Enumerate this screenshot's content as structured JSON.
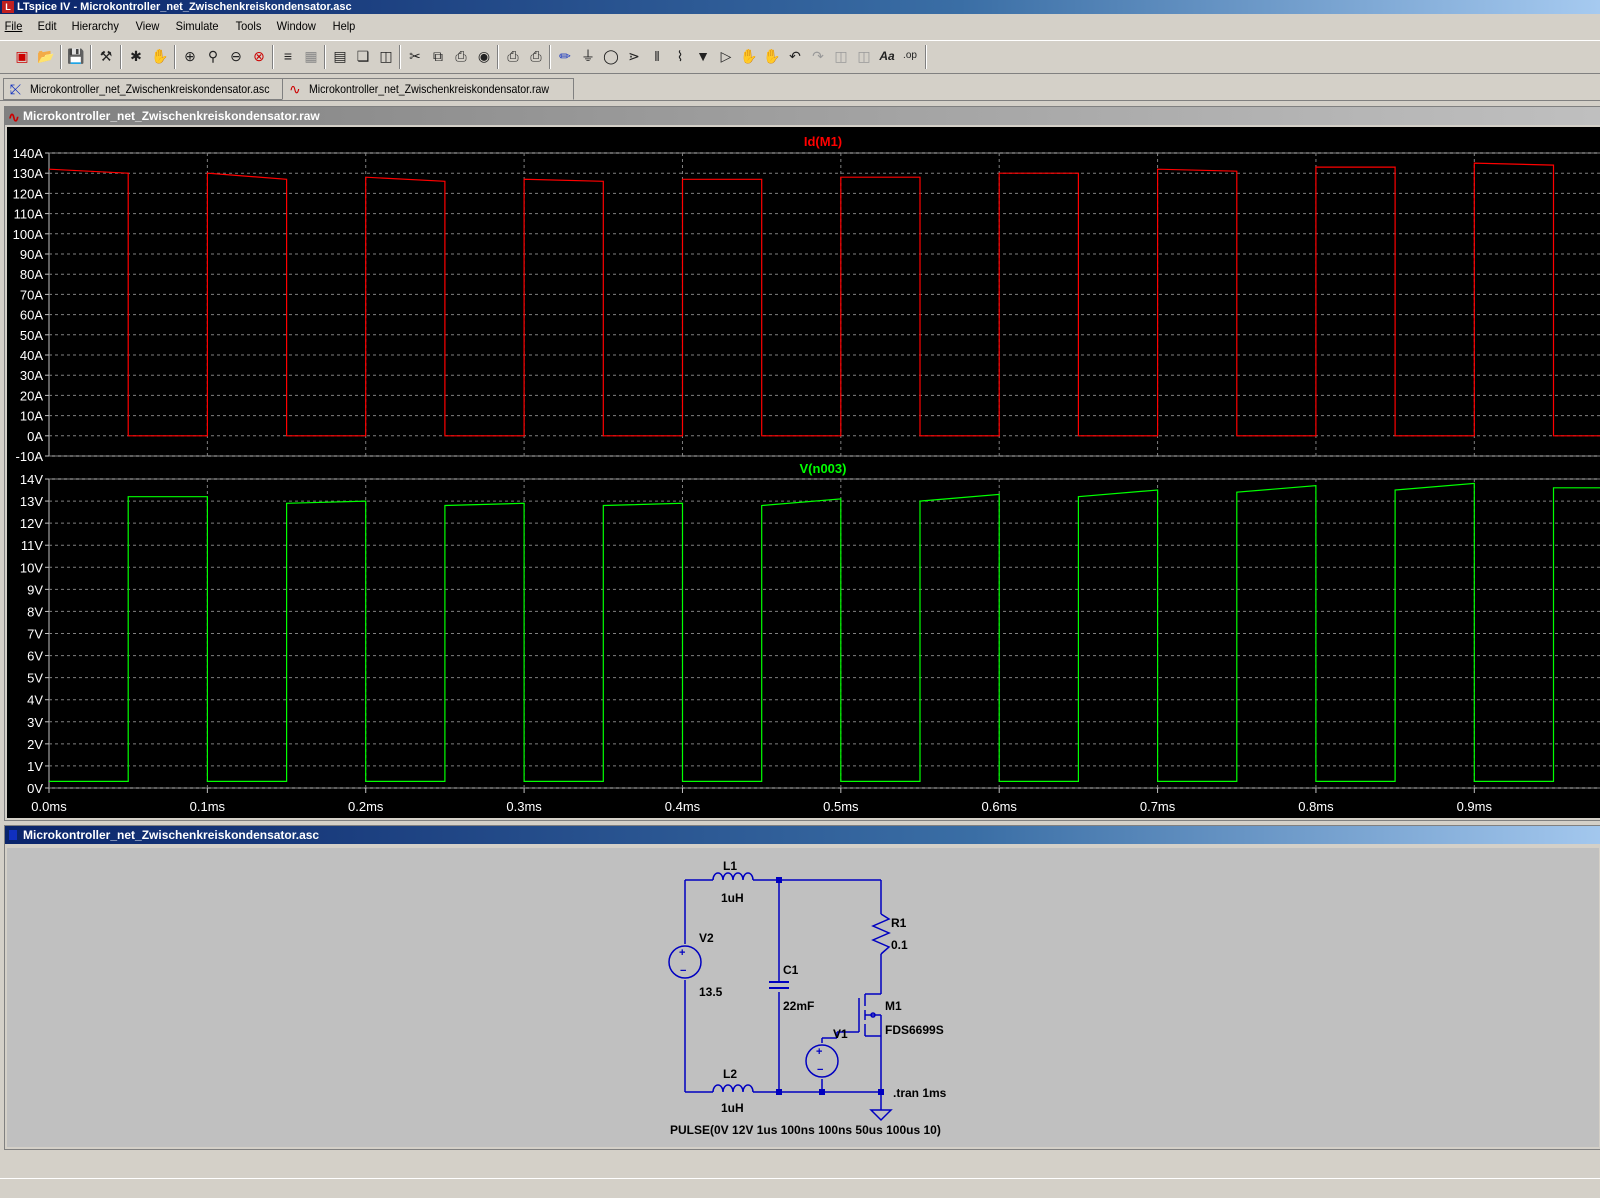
{
  "window": {
    "title": "LTspice IV - Microkontroller_net_Zwischenkreiskondensator.asc",
    "app_icon": "ltspice-logo-icon"
  },
  "menu": {
    "items": [
      "File",
      "Edit",
      "Hierarchy",
      "View",
      "Simulate",
      "Tools",
      "Window",
      "Help"
    ]
  },
  "toolbar": {
    "icons": [
      "new-schematic-icon",
      "open-icon",
      "save-icon",
      "control-panel-icon",
      "run-icon",
      "halt-icon",
      "zoom-in-icon",
      "zoom-area-icon",
      "zoom-out-icon",
      "zoom-fit-icon",
      "autorange-icon",
      "grid-icon",
      "tile-horizontal-icon",
      "cascade-icon",
      "tile-vertical-icon",
      "cut-icon",
      "copy-icon",
      "paste-icon",
      "find-icon",
      "print-setup-icon",
      "print-icon",
      "wire-icon",
      "ground-icon",
      "label-net-icon",
      "resistor-icon",
      "capacitor-icon",
      "inductor-icon",
      "diode-icon",
      "component-icon",
      "move-icon",
      "drag-icon",
      "undo-icon",
      "redo-icon",
      "rotate-icon",
      "mirror-icon",
      "text-icon",
      "spice-directive-icon"
    ],
    "text_label": "Aa",
    "op_label": ".op"
  },
  "tabs": [
    {
      "label": "Microkontroller_net_Zwischenkreiskondensator.asc",
      "icon": "schematic-icon"
    },
    {
      "label": "Microkontroller_net_Zwischenkreiskondensator.raw",
      "icon": "waveform-icon"
    }
  ],
  "plot_window": {
    "title": "Microkontroller_net_Zwischenkreiskondensator.raw"
  },
  "chart_data": [
    {
      "type": "line",
      "title": "Id(M1)",
      "color": "#ff0000",
      "ylim": [
        -10,
        140
      ],
      "yticks": [
        "140A",
        "130A",
        "120A",
        "110A",
        "100A",
        "90A",
        "80A",
        "70A",
        "60A",
        "50A",
        "40A",
        "30A",
        "20A",
        "10A",
        "0A",
        "-10A"
      ],
      "ytick_values": [
        140,
        130,
        120,
        110,
        100,
        90,
        80,
        70,
        60,
        50,
        40,
        30,
        20,
        10,
        0,
        -10
      ],
      "xlim": [
        0,
        0.98
      ],
      "x_unit": "ms",
      "x": [
        0.0,
        0.05,
        0.05,
        0.1,
        0.1,
        0.15,
        0.15,
        0.2,
        0.2,
        0.25,
        0.25,
        0.3,
        0.3,
        0.35,
        0.35,
        0.4,
        0.4,
        0.45,
        0.45,
        0.5,
        0.5,
        0.55,
        0.55,
        0.6,
        0.6,
        0.65,
        0.65,
        0.7,
        0.7,
        0.75,
        0.75,
        0.8,
        0.8,
        0.85,
        0.85,
        0.9,
        0.9,
        0.95,
        0.95,
        0.98
      ],
      "y": [
        132,
        130,
        0,
        0,
        130,
        127,
        0,
        0,
        128,
        126,
        0,
        0,
        127,
        126,
        0,
        0,
        127,
        127,
        0,
        0,
        128,
        128,
        0,
        0,
        130,
        130,
        0,
        0,
        132,
        131,
        0,
        0,
        133,
        133,
        0,
        0,
        135,
        134,
        0,
        0
      ]
    },
    {
      "type": "line",
      "title": "V(n003)",
      "color": "#00ff00",
      "ylim": [
        0,
        14
      ],
      "yticks": [
        "14V",
        "13V",
        "12V",
        "11V",
        "10V",
        "9V",
        "8V",
        "7V",
        "6V",
        "5V",
        "4V",
        "3V",
        "2V",
        "1V",
        "0V"
      ],
      "ytick_values": [
        14,
        13,
        12,
        11,
        10,
        9,
        8,
        7,
        6,
        5,
        4,
        3,
        2,
        1,
        0
      ],
      "xlim": [
        0,
        0.98
      ],
      "xticks": [
        "0.0ms",
        "0.1ms",
        "0.2ms",
        "0.3ms",
        "0.4ms",
        "0.5ms",
        "0.6ms",
        "0.7ms",
        "0.8ms",
        "0.9ms"
      ],
      "xtick_values": [
        0,
        0.1,
        0.2,
        0.3,
        0.4,
        0.5,
        0.6,
        0.7,
        0.8,
        0.9
      ],
      "x": [
        0.0,
        0.05,
        0.05,
        0.1,
        0.1,
        0.15,
        0.15,
        0.2,
        0.2,
        0.25,
        0.25,
        0.3,
        0.3,
        0.35,
        0.35,
        0.4,
        0.4,
        0.45,
        0.45,
        0.5,
        0.5,
        0.55,
        0.55,
        0.6,
        0.6,
        0.65,
        0.65,
        0.7,
        0.7,
        0.75,
        0.75,
        0.8,
        0.8,
        0.85,
        0.85,
        0.9,
        0.9,
        0.95,
        0.95,
        0.98
      ],
      "y": [
        0.3,
        0.3,
        13.2,
        13.2,
        0.3,
        0.3,
        12.9,
        13.0,
        0.3,
        0.3,
        12.8,
        12.9,
        0.3,
        0.3,
        12.8,
        12.9,
        0.3,
        0.3,
        12.8,
        13.1,
        0.3,
        0.3,
        13.0,
        13.3,
        0.3,
        0.3,
        13.2,
        13.5,
        0.3,
        0.3,
        13.4,
        13.7,
        0.3,
        0.3,
        13.5,
        13.8,
        0.3,
        0.3,
        13.6,
        13.6
      ]
    }
  ],
  "schematic_window": {
    "title": "Microkontroller_net_Zwischenkreiskondensator.asc",
    "components": {
      "L1": {
        "name": "L1",
        "value": "1uH"
      },
      "L2": {
        "name": "L2",
        "value": "1uH"
      },
      "V2": {
        "name": "V2",
        "value": "13.5"
      },
      "C1": {
        "name": "C1",
        "value": "22mF"
      },
      "R1": {
        "name": "R1",
        "value": "0.1"
      },
      "M1": {
        "name": "M1",
        "value": "FDS6699S"
      },
      "V1": {
        "name": "V1",
        "value": "PULSE(0V 12V 1us 100ns 100ns 50us 100us 10)"
      }
    },
    "directive": ".tran 1ms"
  }
}
